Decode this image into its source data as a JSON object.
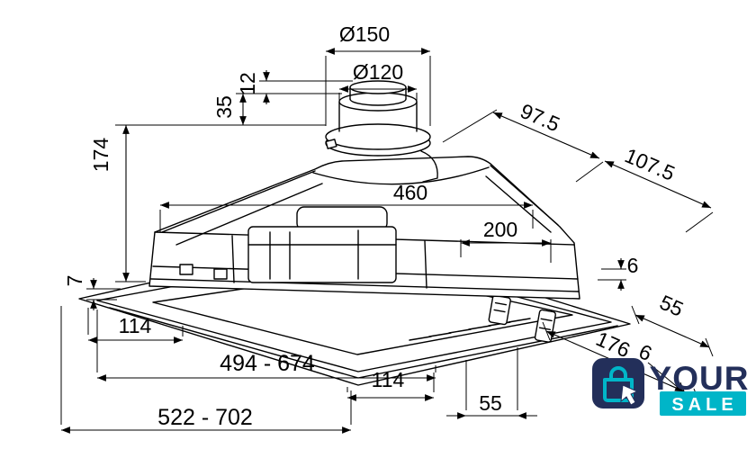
{
  "diagram": {
    "description": "Technical dimension drawing of a built-in cooker hood with duct collar",
    "dims": {
      "d150": "Ø150",
      "d120": "Ø120",
      "h12": "12",
      "h35": "35",
      "h174": "174",
      "d97": "97.5",
      "d107": "107.5",
      "w460": "460",
      "d200": "200",
      "t7": "7",
      "t6a": "6",
      "d55a": "55",
      "w114a": "114",
      "d176": "176",
      "t6b": "6",
      "range_inner": "494 - 674",
      "w114b": "114",
      "d55b": "55",
      "range_outer": "522 - 702"
    }
  },
  "logo": {
    "word1": "YOUR",
    "word2": "SALE",
    "teal": "#00b5c8",
    "navy": "#232f5a"
  }
}
